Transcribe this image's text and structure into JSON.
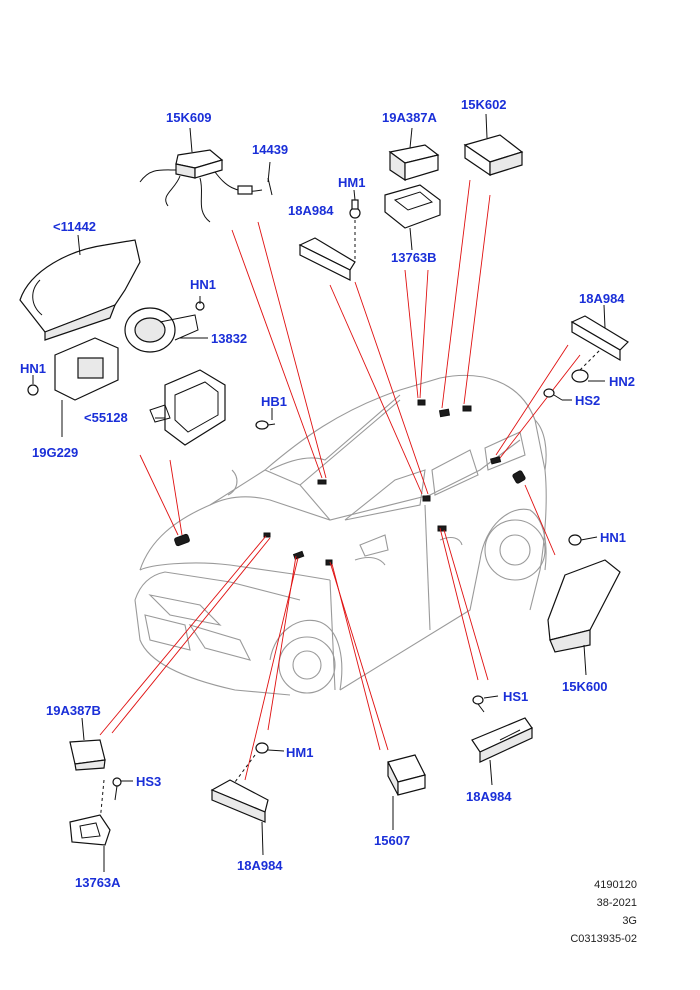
{
  "labels": {
    "p15k609": "15K609",
    "p14439": "14439",
    "p19a387a": "19A387A",
    "p15k602": "15K602",
    "hm1_top": "HM1",
    "p18a984_top": "18A984",
    "p11442": "<11442",
    "p13763b": "13763B",
    "hn1_top": "HN1",
    "p13832": "13832",
    "p18a984_right": "18A984",
    "hn1_left": "HN1",
    "hn2": "HN2",
    "hs2": "HS2",
    "hb1": "HB1",
    "p55128": "<55128",
    "p19g229": "19G229",
    "hn1_right": "HN1",
    "p15k600": "15K600",
    "hs1": "HS1",
    "p19a387b": "19A387B",
    "hm1_bottom": "HM1",
    "hs3": "HS3",
    "p18a984_bottom_right": "18A984",
    "p18a984_bottom": "18A984",
    "p15607": "15607",
    "p13763a": "13763A"
  },
  "reference": {
    "line1": "4190120",
    "line2": "38-2021",
    "line3": "3G",
    "line4": "C0313935-02"
  }
}
